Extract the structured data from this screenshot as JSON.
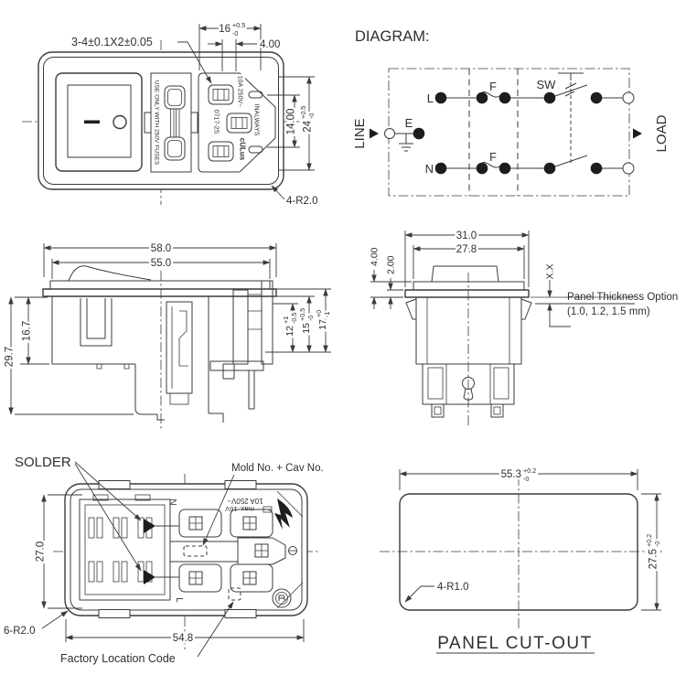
{
  "front_view": {
    "pin_spec_label": "3-4±0.1X2±0.05",
    "dim_slot_width": {
      "value": "16",
      "plus": "+0.5",
      "minus": "-0"
    },
    "dim_4": "4.00",
    "dim_pin_pitch": "14.00",
    "dim_opening_height": {
      "value": "24",
      "plus": "+0.5",
      "minus": "-0"
    },
    "corner_radius_label": "4-R2.0",
    "fuse_warning_text": "USE ONLY WITH 250V FUSES",
    "rating_text": "10A 250V~",
    "model_text": "0717-2S",
    "brand_text": "INALWAYS",
    "ul_mark_text": "cULus"
  },
  "circuit_diagram": {
    "title": "DIAGRAM:",
    "line_label": "LINE",
    "load_label": "LOAD",
    "live_label": "L",
    "neutral_label": "N",
    "earth_label": "E",
    "fuse_label_top": "F",
    "fuse_label_bottom": "F",
    "switch_label": "SW"
  },
  "side_view": {
    "dim_width_outer": "58.0",
    "dim_width_inner": "55.0",
    "dim_height_total": "29.7",
    "dim_height_body": "16.7",
    "dim_12": {
      "value": "12",
      "plus": "+1",
      "minus": "-0.5"
    },
    "dim_15": {
      "value": "15",
      "plus": "+0.5",
      "minus": "-0"
    },
    "dim_17": {
      "value": "17",
      "plus": "+0",
      "minus": "-1"
    }
  },
  "end_view": {
    "dim_width_outer": "31.0",
    "dim_width_body": "27.8",
    "dim_bezel": "4.00",
    "dim_plate": "2.00",
    "dim_panel_gap": "X.X",
    "panel_note_line1": "Panel Thickness Option",
    "panel_note_line2": "(1.0, 1.2, 1.5 mm)"
  },
  "back_view": {
    "solder_label": "SOLDER",
    "mold_label": "Mold No. + Cav No.",
    "factory_label": "Factory Location Code",
    "dim_height": "27.0",
    "dim_width": "54.8",
    "corner_radius_label": "6-R2.0",
    "neutral_label": "N",
    "live_label": "L",
    "rating_line1": "10A 250V~",
    "rating_line2": "max. 16V"
  },
  "cutout_view": {
    "title": "PANEL CUT-OUT",
    "dim_width": {
      "value": "55.3",
      "plus": "+0.2",
      "minus": "-0"
    },
    "dim_height": {
      "value": "27.5",
      "plus": "+0.2",
      "minus": "-0"
    },
    "corner_radius_label": "4-R1.0"
  },
  "colors": {
    "line_color": "#3b3b3b",
    "background": "#ffffff"
  }
}
